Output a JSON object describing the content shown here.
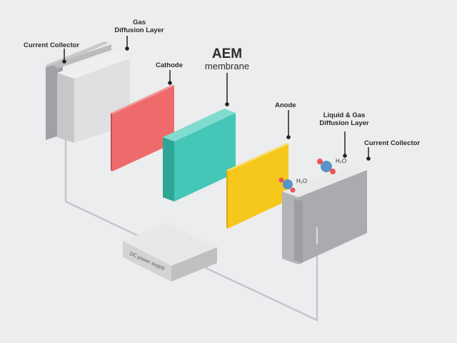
{
  "labels": {
    "current_collector_left": "Current Collector",
    "gas_diffusion_layer_line1": "Gas",
    "gas_diffusion_layer_line2": "Diffusion Layer",
    "cathode": "Cathode",
    "aem_title": "AEM",
    "aem_sub": "membrane",
    "anode": "Anode",
    "liquid_gas_line1": "Liquid & Gas",
    "liquid_gas_line2": "Diffusion Layer",
    "current_collector_right": "Current Collector",
    "power_supply": "DC power supply",
    "h2o_a": "H₂O",
    "h2o_b": "H₂O"
  },
  "colors": {
    "background": "#ecedee",
    "cathode": "#ef6b6b",
    "membrane": "#45c7b8",
    "anode": "#f6c81b",
    "collector": "#d8d8da",
    "wire": "#c4c6c9"
  }
}
